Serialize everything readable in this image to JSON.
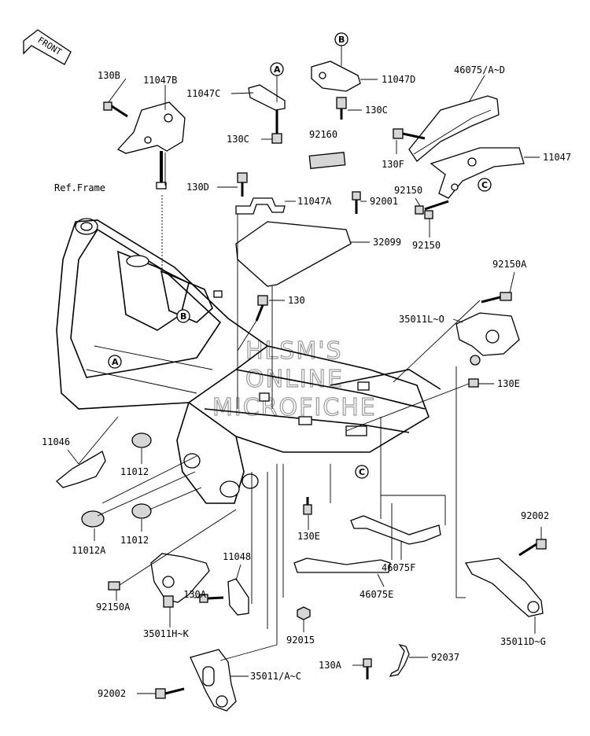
{
  "front_label": "FRONT",
  "ref_frame": "Ref.Frame",
  "watermark": [
    "HLSM'S",
    "ONLINE",
    "MICROFICHE"
  ],
  "circle_refs": {
    "A": "A",
    "B": "B",
    "C": "C"
  },
  "labels": {
    "l130B": "130B",
    "l11047B": "11047B",
    "l11047C": "11047C",
    "l130C_a": "130C",
    "l11047D": "11047D",
    "l130C_b": "130C",
    "l92160": "92160",
    "l46075AD": "46075/A~D",
    "l11047": "11047",
    "l130F": "130F",
    "l130D": "130D",
    "l11047A": "11047A",
    "l92001": "92001",
    "l92150_a": "92150",
    "l92150_b": "92150",
    "l32099": "32099",
    "l130": "130",
    "l92150A_a": "92150A",
    "l35011LO": "35011L~O",
    "l130E_a": "130E",
    "l11046": "11046",
    "l11012_a": "11012",
    "l11012A": "11012A",
    "l11012_b": "11012",
    "l130E_b": "130E",
    "l46075F": "46075F",
    "l46075E": "46075E",
    "l92002_a": "92002",
    "l35011DG": "35011D~G",
    "l11048": "11048",
    "l130A_a": "130A",
    "l92150A_b": "92150A",
    "l35011HK": "35011H~K",
    "l92015": "92015",
    "l130A_b": "130A",
    "l92037": "92037",
    "l92002_b": "92002",
    "l35011AC": "35011/A~C"
  }
}
